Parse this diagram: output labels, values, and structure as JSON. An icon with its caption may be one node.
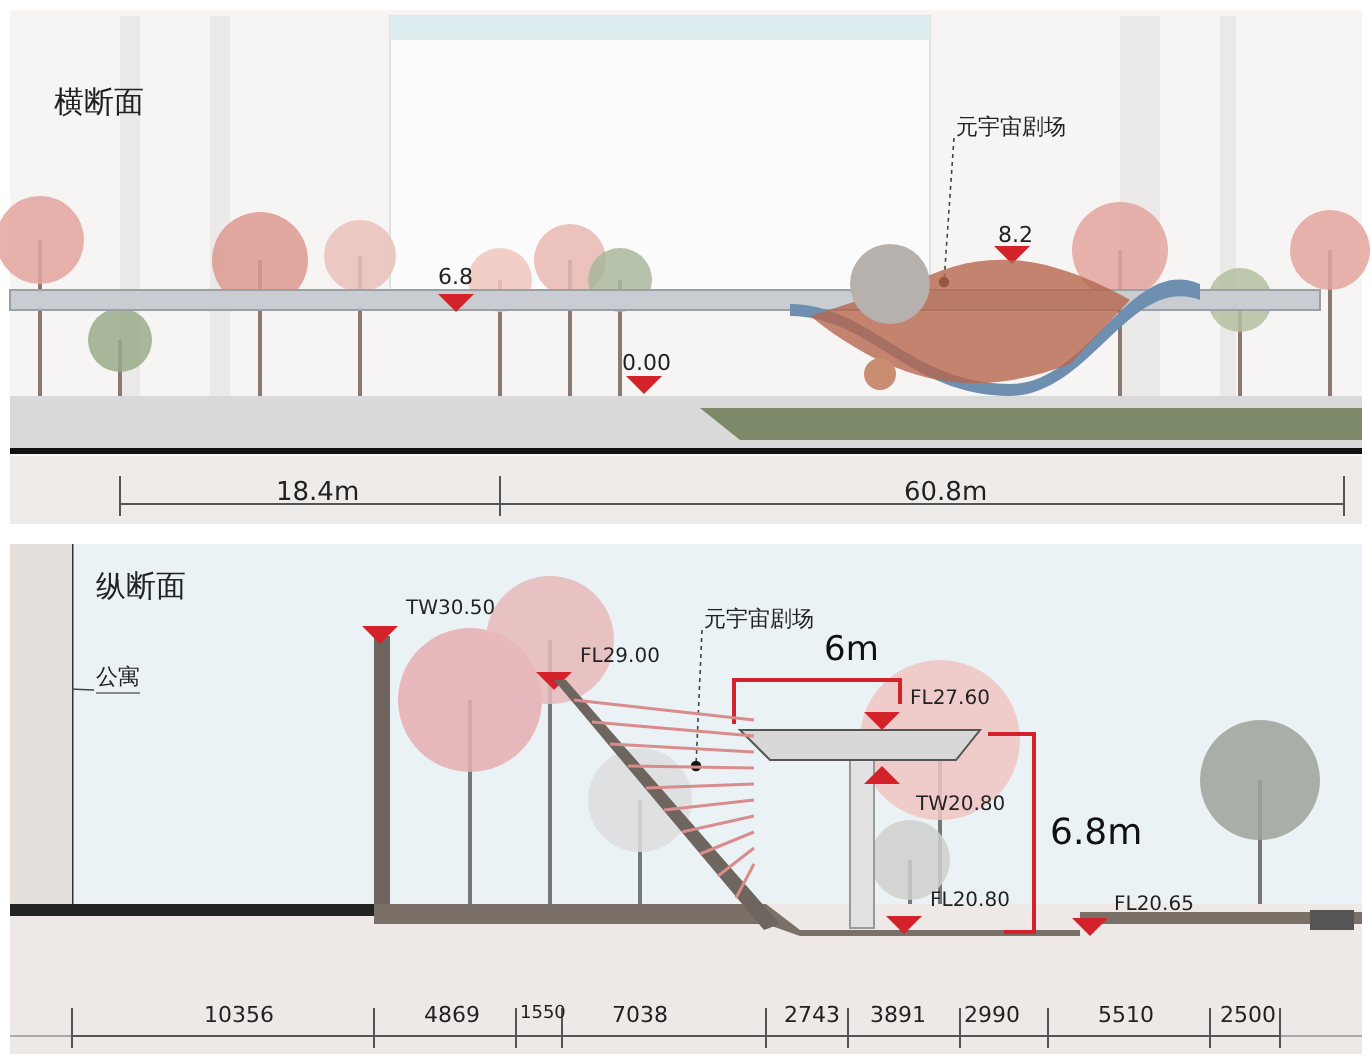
{
  "diagram": {
    "nodes": [
      {
        "text": [
          "元宇宙剧场"
        ]
      },
      {
        "text": [],
        "shape": "picture"
      },
      {
        "text": [
          "公寓"
        ]
      },
      {
        "text": [],
        "shape": "picture"
      },
      {
        "text": [
          "元宇宙剧场"
        ]
      },
      {
        "text": [],
        "shape": "picture"
      }
    ],
    "edges": [
      {
        "from": 0,
        "to": 1,
        "arrow": "other",
        "style": "dashed"
      },
      {
        "from": 2,
        "to": 3,
        "arrow": "other"
      },
      {
        "from": 4,
        "to": 5,
        "arrow": "other",
        "style": "dashed"
      }
    ],
    "labels": [
      "横断面",
      "8.2",
      "6.8",
      "0.00",
      "18.4m",
      "60.8m",
      "纵断面",
      "TW30.50",
      "FL29.00",
      "6m",
      "FL27.60",
      "TW20.80",
      "6.8m",
      "FL20.80",
      "FL20.65",
      "10356",
      "4869",
      "1550",
      "7038",
      "2743",
      "3891",
      "2990",
      "5510",
      "2500"
    ]
  }
}
